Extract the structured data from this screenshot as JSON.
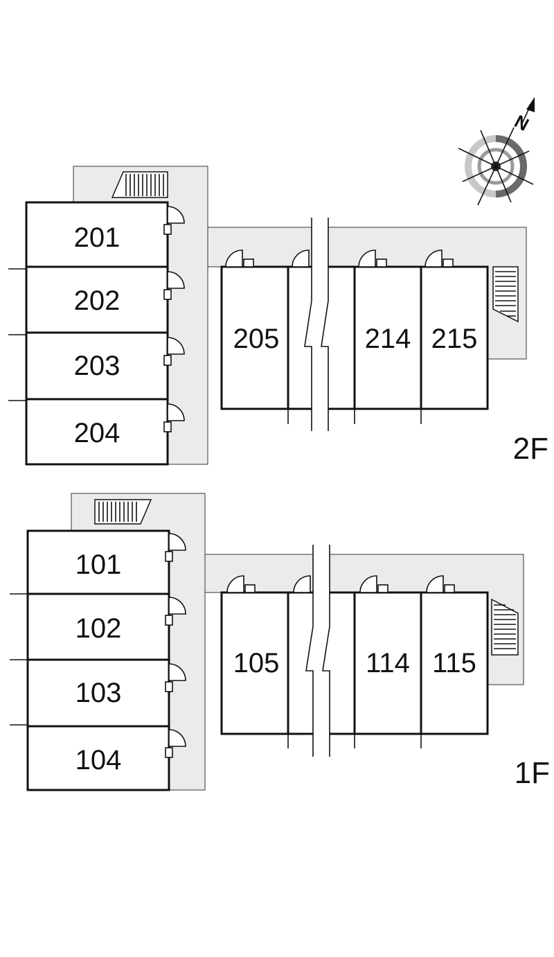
{
  "floors": [
    {
      "label": "2F",
      "left_units": [
        "201",
        "202",
        "203",
        "204"
      ],
      "right_units": [
        "205",
        "214",
        "215"
      ]
    },
    {
      "label": "1F",
      "left_units": [
        "101",
        "102",
        "103",
        "104"
      ],
      "right_units": [
        "105",
        "114",
        "115"
      ]
    }
  ],
  "compass": {
    "north": "N"
  }
}
